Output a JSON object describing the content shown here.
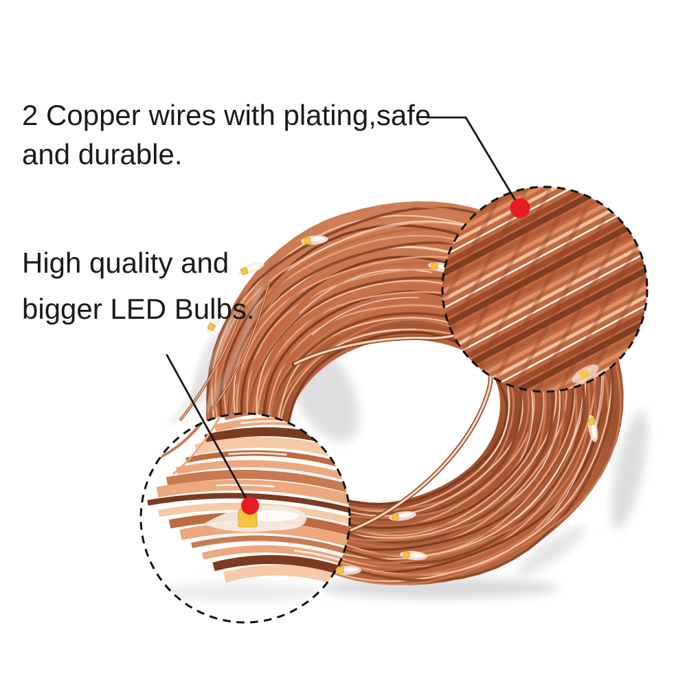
{
  "image_type": "product-photo-with-annotations",
  "background": "#ffffff",
  "annotations": {
    "top": {
      "line1": "2 Copper wires with plating,safe",
      "line2": "and durable."
    },
    "left": {
      "line1": "High quality and",
      "line2": "bigger LED Bulbs."
    }
  },
  "colors": {
    "text": "#1a1a1a",
    "callout_line": "#141414",
    "marker_red": "#e81b23",
    "copper_deep": "#7c3b20",
    "copper_dark": "#8a4426",
    "copper_base": "#c06a42",
    "copper_mid": "#c97a52",
    "copper_light": "#eda87e",
    "copper_pale": "#f7c9a6",
    "highlight": "#ffffff",
    "led_yellow": "#f3c43e",
    "led_yellow_edge": "#d8a52a",
    "glass": "#f6ebe2",
    "shadow_gray": "#bdbdbd"
  }
}
